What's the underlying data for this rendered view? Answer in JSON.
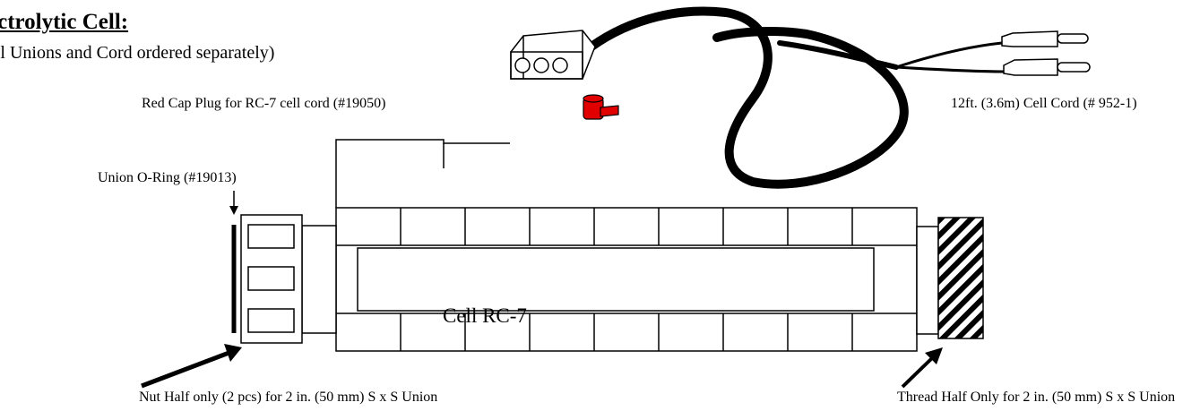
{
  "title": "ectrolytic Cell:",
  "subtitle": "ell Unions and Cord ordered separately)",
  "labels": {
    "red_cap_plug": "Red Cap Plug for RC-7 cell cord (#19050)",
    "cell_cord": "12ft. (3.6m) Cell Cord (# 952-1)",
    "union_oring": "Union O-Ring (#19013)",
    "cell_name": "Cell RC-7",
    "nut_half": "Nut Half only (2 pcs) for 2 in. (50 mm) S x S Union",
    "thread_half": "Thread Half Only for 2 in. (50 mm) S x S Union"
  },
  "colors": {
    "red_cap": "#e00000",
    "line": "#000000",
    "cord": "#000000"
  }
}
